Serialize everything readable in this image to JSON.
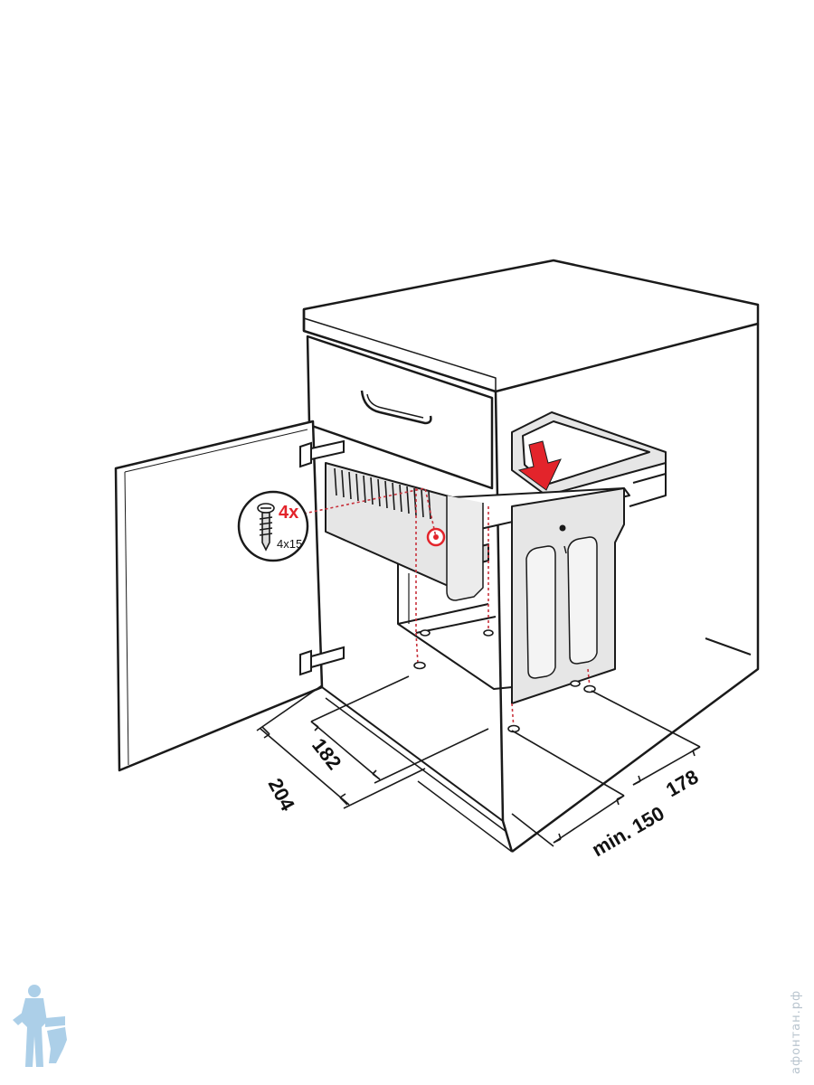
{
  "callout": {
    "count": "4x",
    "screw_size": "4x15"
  },
  "dimensions": {
    "d204": "204",
    "d182": "182",
    "d150": "min. 150",
    "d178": "178"
  },
  "watermark": {
    "site": "афонтан.рф"
  },
  "colors": {
    "outline": "#1a1a1a",
    "accent_red": "#e3242b",
    "guide_red": "#c8323c",
    "bin_fill": "#e6e6e6",
    "watermark": "#9ec7e4"
  },
  "icons": [
    "screw-icon",
    "down-arrow-icon",
    "plumber-logo-icon"
  ]
}
